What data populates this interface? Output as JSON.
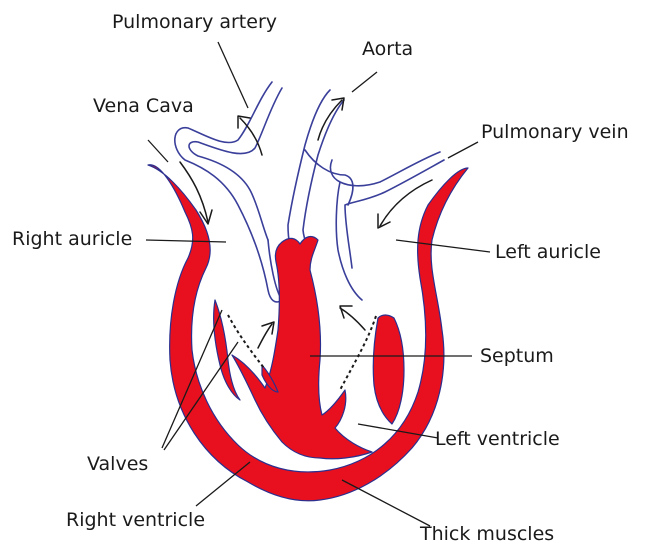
{
  "labels": {
    "pulmonary_artery": "Pulmonary artery",
    "aorta": "Aorta",
    "vena_cava": "Vena Cava",
    "pulmonary_vein": "Pulmonary vein",
    "right_auricle": "Right auricle",
    "left_auricle": "Left auricle",
    "septum": "Septum",
    "left_ventricle": "Left ventricle",
    "valves": "Valves",
    "right_ventricle": "Right ventricle",
    "thick_muscles": "Thick muscles"
  },
  "colors": {
    "muscle_fill": "#e8101e",
    "muscle_outline": "#2b2f8f",
    "vessel_outline": "#3a3f9a",
    "leader_line": "#1a1a1a"
  }
}
